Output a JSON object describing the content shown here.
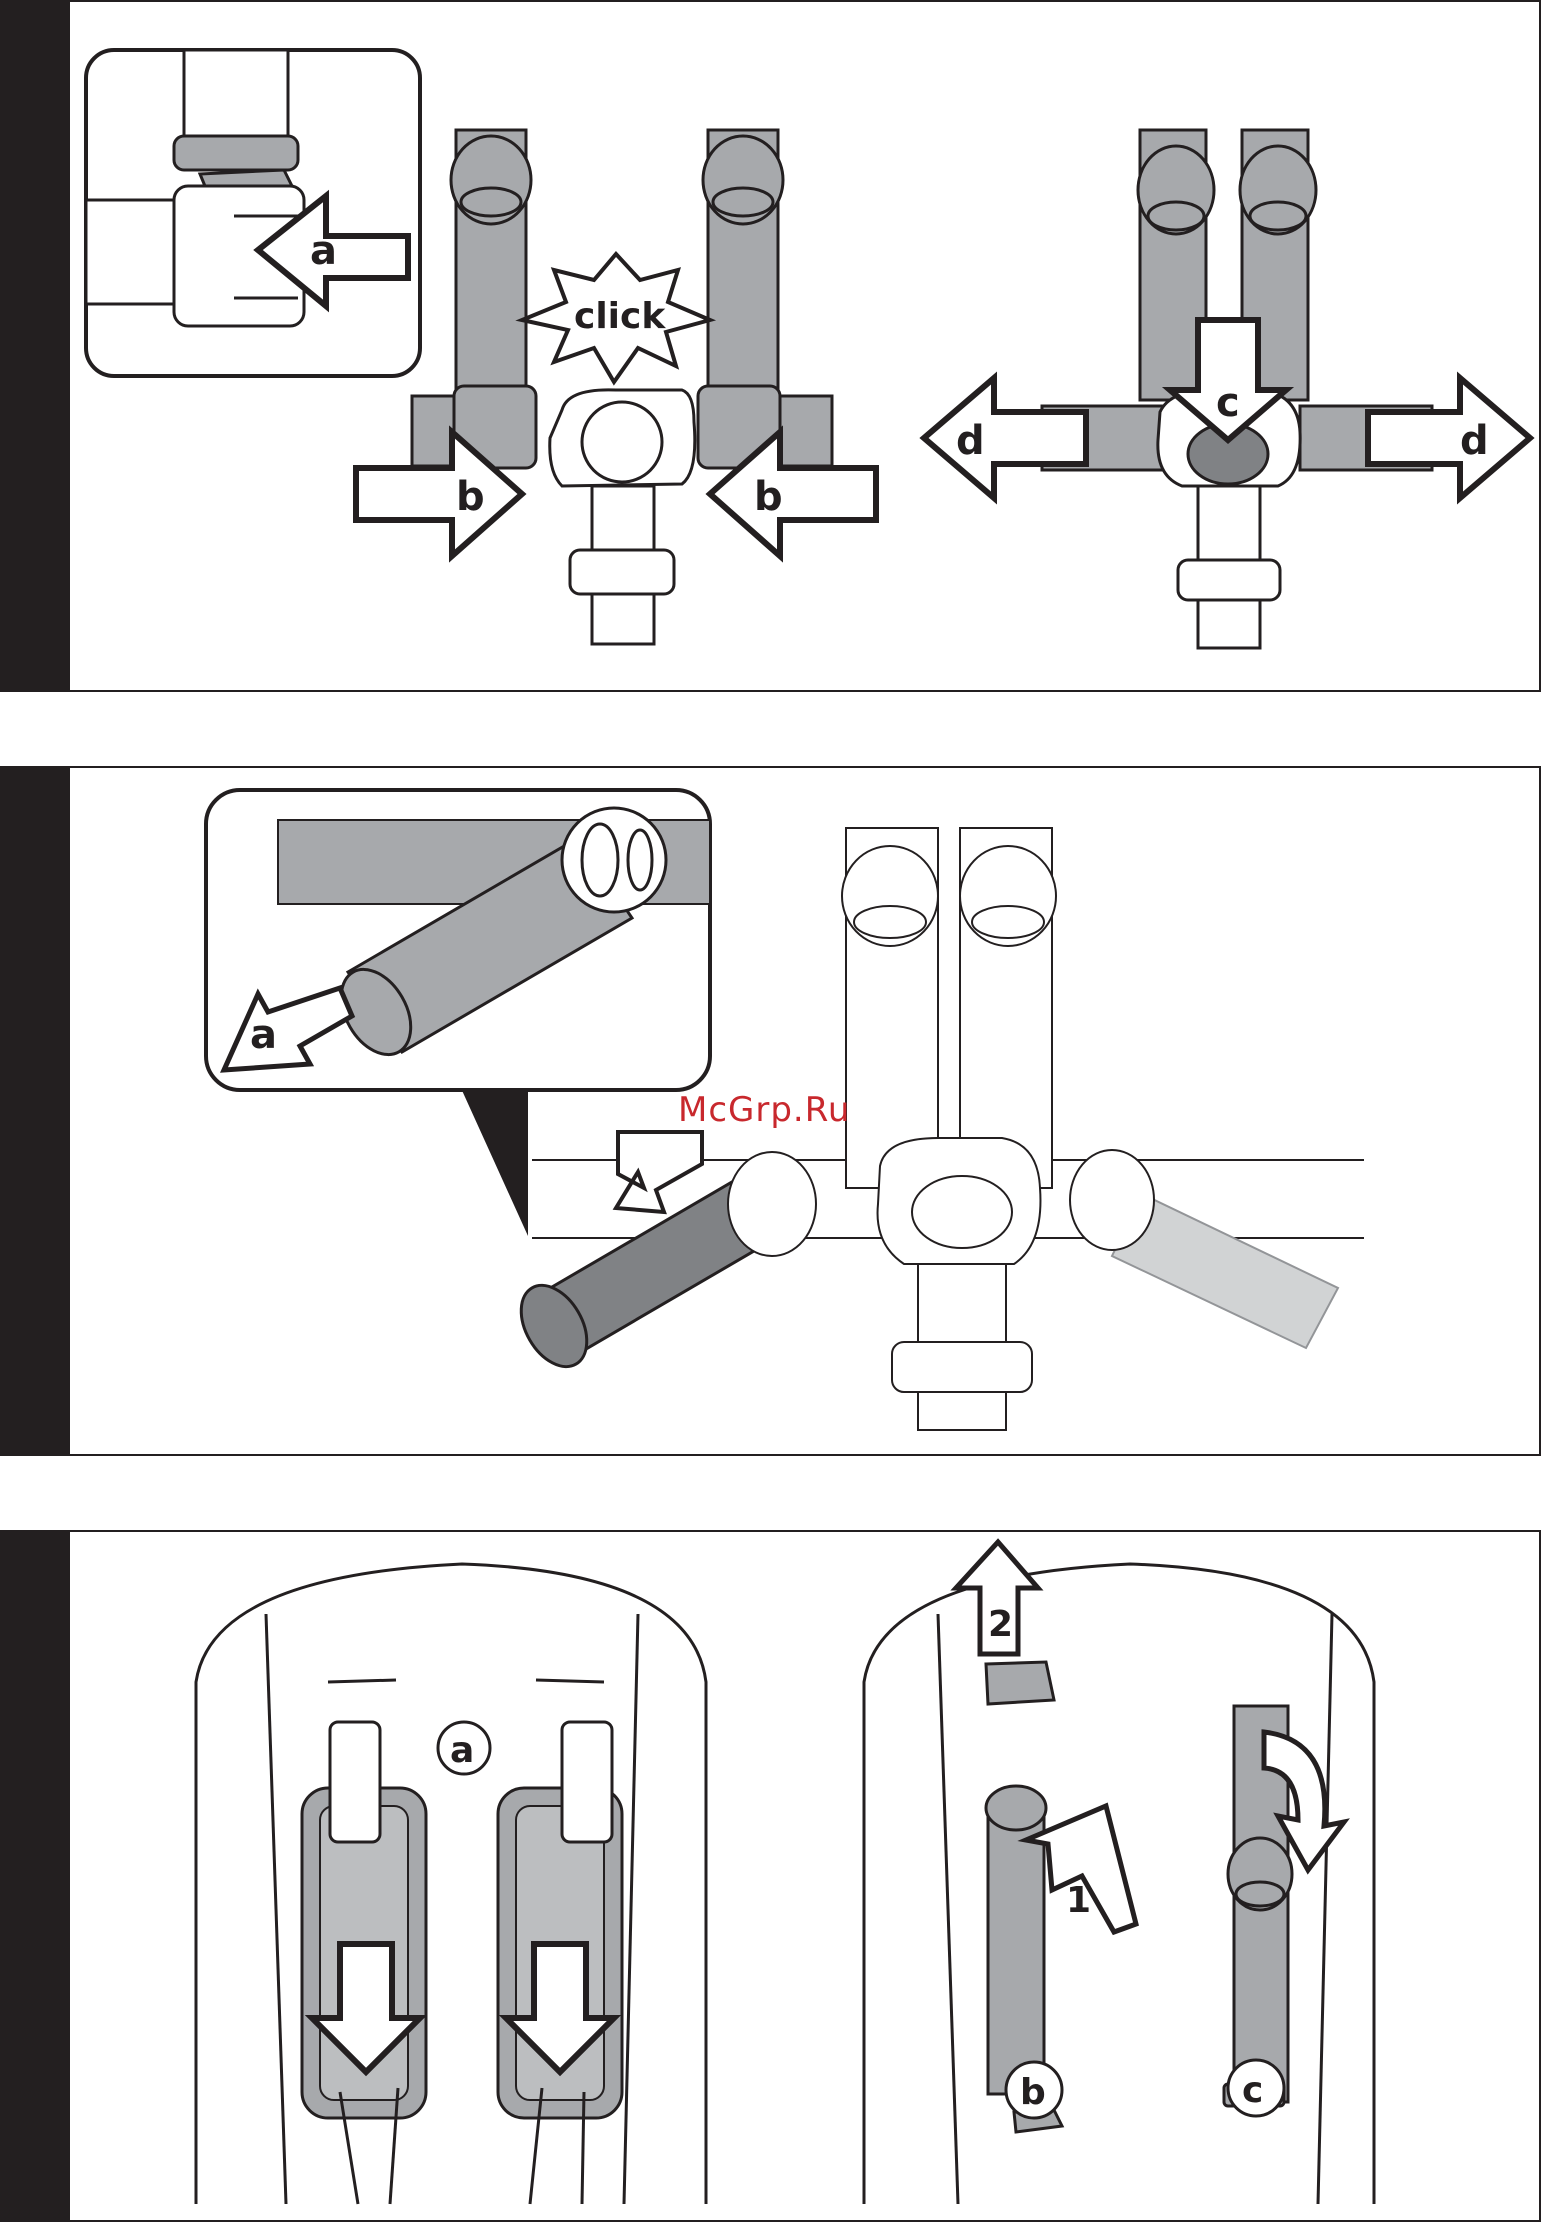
{
  "panel1": {
    "inset_label": "a",
    "center_label": "click",
    "left_arrow_label": "b",
    "right_arrow_label": "b",
    "down_arrow_label": "c",
    "left_out_label": "d",
    "right_out_label": "d"
  },
  "panel2": {
    "inset_label": "a",
    "watermark": "McGrp.Ru"
  },
  "panel3": {
    "label_a": "a",
    "label_b": "b",
    "label_c": "c",
    "step_1": "1",
    "step_2": "2"
  },
  "colors": {
    "ink": "#231f20",
    "strap_gray": "#a7a9ac",
    "pad_gray": "#bcbec0",
    "buckle_dark": "#808285"
  }
}
